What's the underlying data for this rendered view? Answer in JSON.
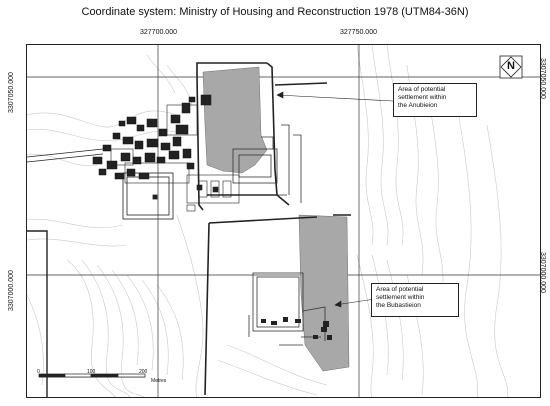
{
  "title": "Coordinate system: Ministry of Housing and Reconstruction 1978 (UTM84-36N)",
  "grid": {
    "eastings": [
      "327700.000",
      "327750.000"
    ],
    "northings": [
      "3307050.000",
      "3307000.000"
    ]
  },
  "annotations": {
    "anubieion": {
      "line1": "Area of potential",
      "line2": "settlement within",
      "line3": "the Anubieion"
    },
    "bubastieion": {
      "line1": "Area of potential",
      "line2": "settlement within",
      "line3": "the Bubastieion"
    }
  },
  "north_arrow": {
    "label": "N"
  },
  "scale_bar": {
    "ticks": [
      "0",
      "100",
      "200"
    ],
    "unit": "Metres"
  },
  "colors": {
    "settlement_fill": "#a8a8a8",
    "contour": "#c8c8c8",
    "structure": "#222222"
  }
}
